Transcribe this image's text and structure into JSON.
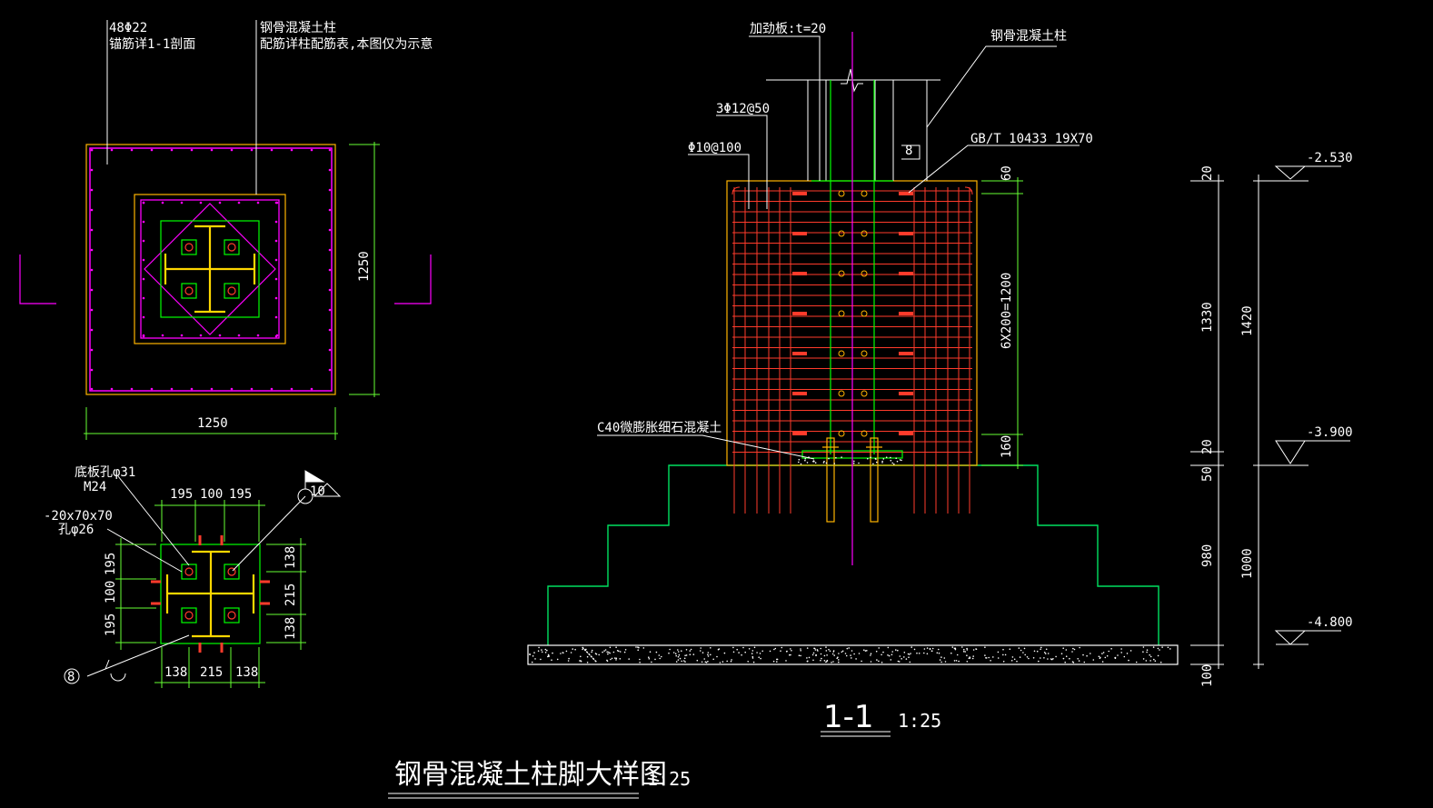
{
  "colors": {
    "background": "#000000",
    "outline_magenta": "#ff00ff",
    "outline_orange": "#ffb400",
    "column_green": "#00ff00",
    "rebar_red": "#ff3b2b",
    "steel_yellow": "#ffd700",
    "footing_green": "#00e060",
    "dimension_green": "#66ff33",
    "text_white": "#ffffff"
  },
  "plan": {
    "rebar_note": "48Φ22",
    "anchor_note": "锚筋详1-1剖面",
    "column_title": "钢骨混凝土柱",
    "column_note": "配筋详柱配筋表,本图仅为示意",
    "dim_width": "1250",
    "dim_height": "1250"
  },
  "baseplate": {
    "hole_label": "底板孔φ31",
    "bolt_label": "M24",
    "washer_label": "-20x70x70",
    "washer_hole": "孔φ26",
    "dims_top": [
      "195",
      "100",
      "195"
    ],
    "dims_left": [
      "195",
      "100",
      "195"
    ],
    "dims_right": [
      "138",
      "215",
      "138"
    ],
    "dims_bottom": [
      "138",
      "215",
      "138"
    ],
    "weld_ref_1": "10",
    "weld_ref_2": "8"
  },
  "section": {
    "stiffener_label": "加劲板:t=20",
    "column_label": "钢骨混凝土柱",
    "stirrup_label_1": "3Φ12@50",
    "stirrup_label_2": "Φ10@100",
    "stud_label": "GB/T 10433 19X70",
    "weld_size": "8",
    "grout_label": "C40微膨胀细石混凝土",
    "dim_60": "60",
    "dim_spacing": "6X200=1200",
    "dim_160": "160",
    "dim_20a": "20",
    "dim_1330": "1330",
    "dim_20b": "20",
    "dim_50": "50",
    "dim_980": "980",
    "dim_100": "100",
    "dim_1420": "1420",
    "dim_1000": "1000",
    "elev_1": "-2.530",
    "elev_2": "-3.900",
    "elev_3": "-4.800",
    "section_name": "1-1",
    "section_scale": "1:25"
  },
  "drawing": {
    "title": "钢骨混凝土柱脚大样图",
    "scale": "1:25"
  }
}
